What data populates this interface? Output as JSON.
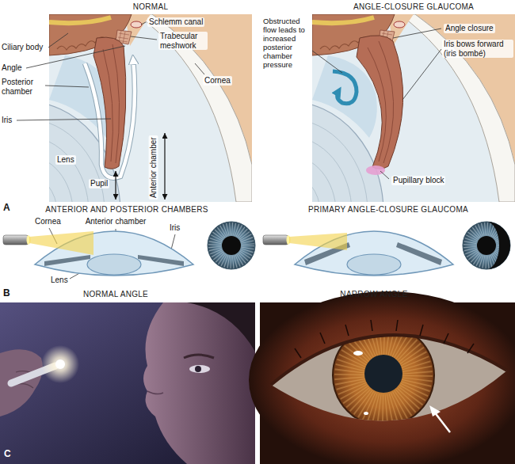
{
  "diagram": {
    "labels": [
      "NORMAL",
      "ANGLE-CLOSURE GLAUCOMA",
      "Ciliary body",
      "Schlemm canal",
      "Trabecular meshwork",
      "Angle",
      "Posterior chamber",
      "Cornea",
      "Iris",
      "Lens",
      "Pupil",
      "Anterior chamber",
      "Obstructed flow leads to increased posterior chamber pressure",
      "Angle closure",
      "Iris bows forward (iris bombé)",
      "Pupillary block",
      "A",
      "ANTERIOR AND POSTERIOR CHAMBERS",
      "PRIMARY ANGLE-CLOSURE GLAUCOMA",
      "Cornea",
      "Anterior chamber",
      "Iris",
      "Lens",
      "NORMAL ANGLE",
      "NARROW ANGLE",
      "B",
      "C"
    ]
  }
}
